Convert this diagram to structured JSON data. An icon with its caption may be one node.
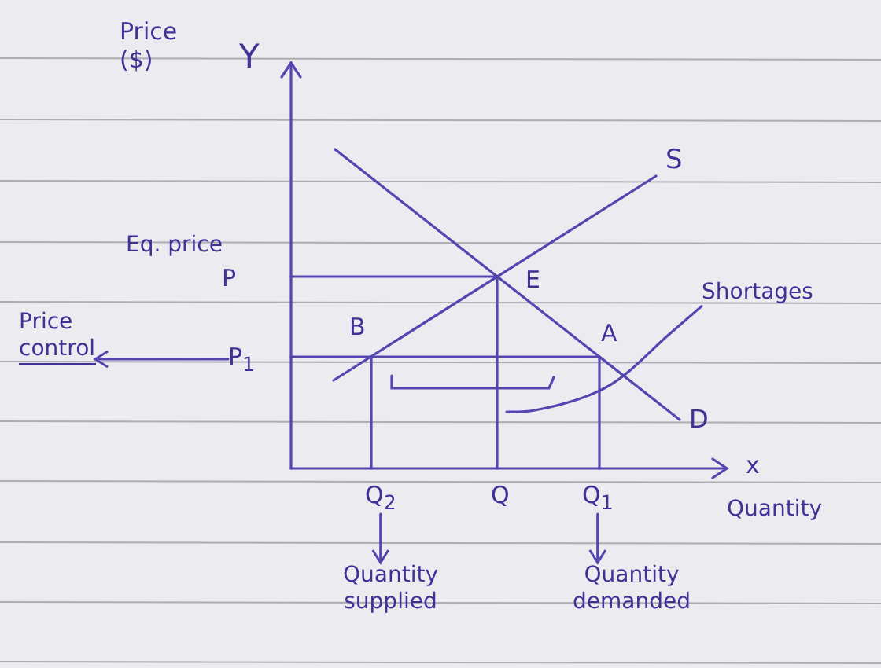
{
  "diagram": {
    "nodes": [
      {
        "text": [
          "Price control"
        ]
      },
      {
        "text": [
          "P$_{1}$"
        ]
      },
      {
        "text": [
          "Q$_{2}$"
        ]
      },
      {
        "text": [
          "Quantity supplied"
        ]
      },
      {
        "text": [
          "Q$_{1}$"
        ]
      },
      {
        "text": [
          "Quantity demanded"
        ]
      },
      {
        "text": [
          "Shortages"
        ]
      }
    ],
    "edges": [
      {
        "from": 1,
        "to": 0,
        "arrow": "to"
      },
      {
        "from": 2,
        "to": 3,
        "arrow": "to"
      },
      {
        "from": 4,
        "to": 5,
        "arrow": "to"
      },
      {
        "from": 6,
        "to": null,
        "arrow": "none"
      }
    ],
    "labels": [
      "Price ($)",
      "Y",
      "S",
      "Eq. price",
      "P",
      "E",
      "B",
      "A",
      "D",
      "x",
      "Q",
      "Quantity"
    ]
  }
}
